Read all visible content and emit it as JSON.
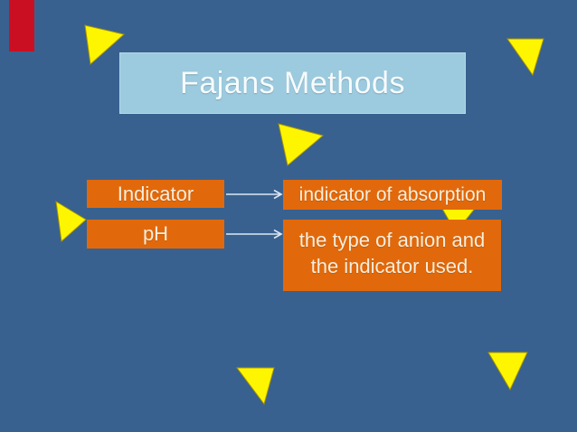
{
  "slide": {
    "title": {
      "text": "Fajans Methods"
    },
    "diagram": {
      "indicator_label": "Indicator",
      "ph_label": "pH",
      "absorption_label": "indicator of absorption",
      "anion_lines": [
        "the type of anion and",
        "the indicator used."
      ]
    },
    "colors": {
      "background": "#38618f",
      "title_banner": "#9ccade",
      "diagram_box": "#e2690b",
      "triangle": "#fdf600",
      "accent_bar": "#cb0f22",
      "arrow": "#dce7f3",
      "title_text": "#f6fbfd",
      "box_text": "#f7eedd"
    }
  }
}
